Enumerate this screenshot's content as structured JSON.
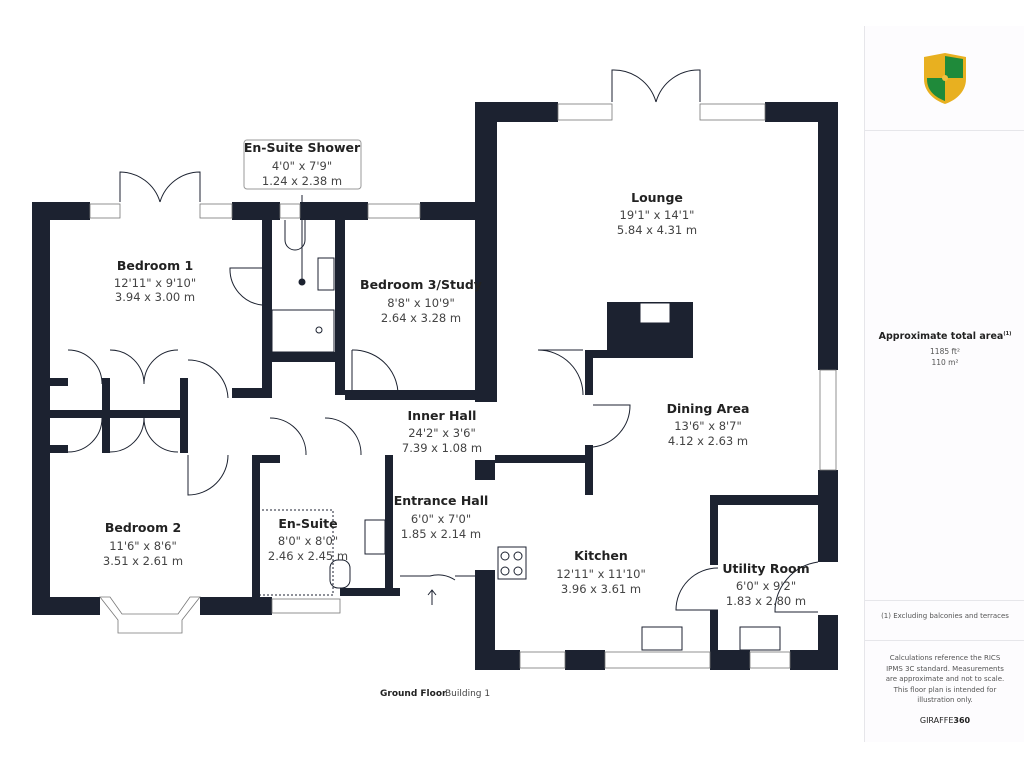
{
  "rooms": [
    {
      "name": "En-Suite Shower",
      "imperial": "4'0\" x 7'9\"",
      "metric": "1.24 x 2.38 m"
    },
    {
      "name": "Bedroom 1",
      "imperial": "12'11\" x 9'10\"",
      "metric": "3.94 x 3.00 m"
    },
    {
      "name": "Bedroom 3/Study",
      "imperial": "8'8\" x 10'9\"",
      "metric": "2.64 x 3.28 m"
    },
    {
      "name": "Lounge",
      "imperial": "19'1\" x 14'1\"",
      "metric": "5.84 x 4.31 m"
    },
    {
      "name": "Inner Hall",
      "imperial": "24'2\" x 3'6\"",
      "metric": "7.39 x 1.08 m"
    },
    {
      "name": "Dining Area",
      "imperial": "13'6\" x 8'7\"",
      "metric": "4.12 x 2.63 m"
    },
    {
      "name": "Entrance Hall",
      "imperial": "6'0\" x 7'0\"",
      "metric": "1.85 x 2.14 m"
    },
    {
      "name": "En-Suite",
      "imperial": "8'0\" x 8'0\"",
      "metric": "2.46 x 2.45 m"
    },
    {
      "name": "Bedroom 2",
      "imperial": "11'6\" x 8'6\"",
      "metric": "3.51 x 2.61 m"
    },
    {
      "name": "Kitchen",
      "imperial": "12'11\" x 11'10\"",
      "metric": "3.96 x 3.61 m"
    },
    {
      "name": "Utility Room",
      "imperial": "6'0\" x 9'2\"",
      "metric": "1.83 x 2.80 m"
    }
  ],
  "floor_label": "Ground Floor",
  "building_label": "Building 1",
  "side": {
    "logo": "CG shield logo",
    "area_title": "Approximate total area",
    "area_footnote_mark": "(1)",
    "area_ft": "1185 ft²",
    "area_m": "110 m²",
    "footnote": "(1) Excluding balconies and terraces",
    "disclaimer": "Calculations reference the RICS IPMS 3C standard. Measurements are approximate and not to scale. This floor plan is intended for illustration only.",
    "brand_a": "GIRAFFE",
    "brand_b": "360"
  },
  "colors": {
    "wall": "#1c2230",
    "logo_gold": "#e8b020",
    "logo_green": "#1f8a3a"
  }
}
